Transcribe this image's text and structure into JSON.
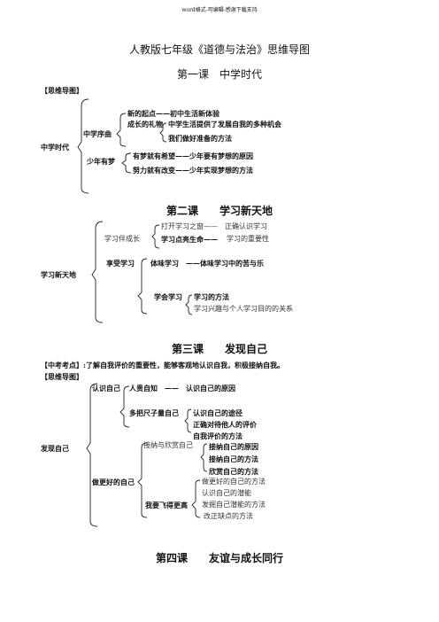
{
  "header_note": "word格式-可编辑-感谢下载支持",
  "doc_title": "人教版七年级《道德与法治》思维导图",
  "lesson1": {
    "title": "第一课　中学时代",
    "mindmap_label": "【思维导图】",
    "root": "中学时代",
    "branch1": "中学序曲",
    "b1_item1": "新的起点——初中生活新体验",
    "b1_item2": "成长的礼物",
    "b1_item2_sub1": "中学生活提供了发展自我的多种机会",
    "b1_item2_sub2": "我们做好准备的方法",
    "branch2": "少年有梦",
    "b2_item1": "有梦就有希望——少年要有梦想的原因",
    "b2_item2": "努力就有改变——少年实现梦想的方法"
  },
  "lesson2": {
    "title": "第二课　　学习新天地",
    "root": "学习新天地",
    "branch1": "学习伴成长",
    "b1_item1": "打开学习之窗——　正确认识学习",
    "b1_item2": "学习点亮生命——",
    "b1_item2_tail": "学习的重要性",
    "branch2": "享受学习",
    "b2_item1": "体味学习　——体味学习中的苦与乐",
    "b2_item2": "学会学习",
    "b2_item2_sub1": "学习的方法",
    "b2_item2_sub2": "学习兴趣与个人学习目的的关系"
  },
  "lesson3": {
    "title": "第三课　　发现自己",
    "exam_point": "【中考考点】:了解自我评价的重要性，能够客观地认识自我，积极接纳自我。",
    "mindmap_label": "【思维导图】",
    "root": "发现自己",
    "branch1": "认识自己",
    "b1_item1": "人贵自知　——　认识自己的原因",
    "b1_item2": "多把尺子量自己",
    "b1_item2_sub1": "认识自己的途径",
    "b1_item2_sub2": "正确对待他人的评价",
    "b1_item2_sub3": "自我评价的方法",
    "branch2": "做更好的自己",
    "b2_item1": "接纳与欣赏自己",
    "b2_item1_sub1": "接纳自己的原因",
    "b2_item1_sub2": "接纳自己的方法",
    "b2_item1_sub3": "欣赏自己的方法",
    "b2_item0": "做更好的自己的方法",
    "b2_item2": "我要飞得更高",
    "b2_item2_sub1": "认识自己的潜能",
    "b2_item2_sub2": "发掘自己潜能的方法",
    "b2_item2_sub3": "改正缺点的方法"
  },
  "lesson4": {
    "title": "第四课　　友谊与成长同行"
  }
}
